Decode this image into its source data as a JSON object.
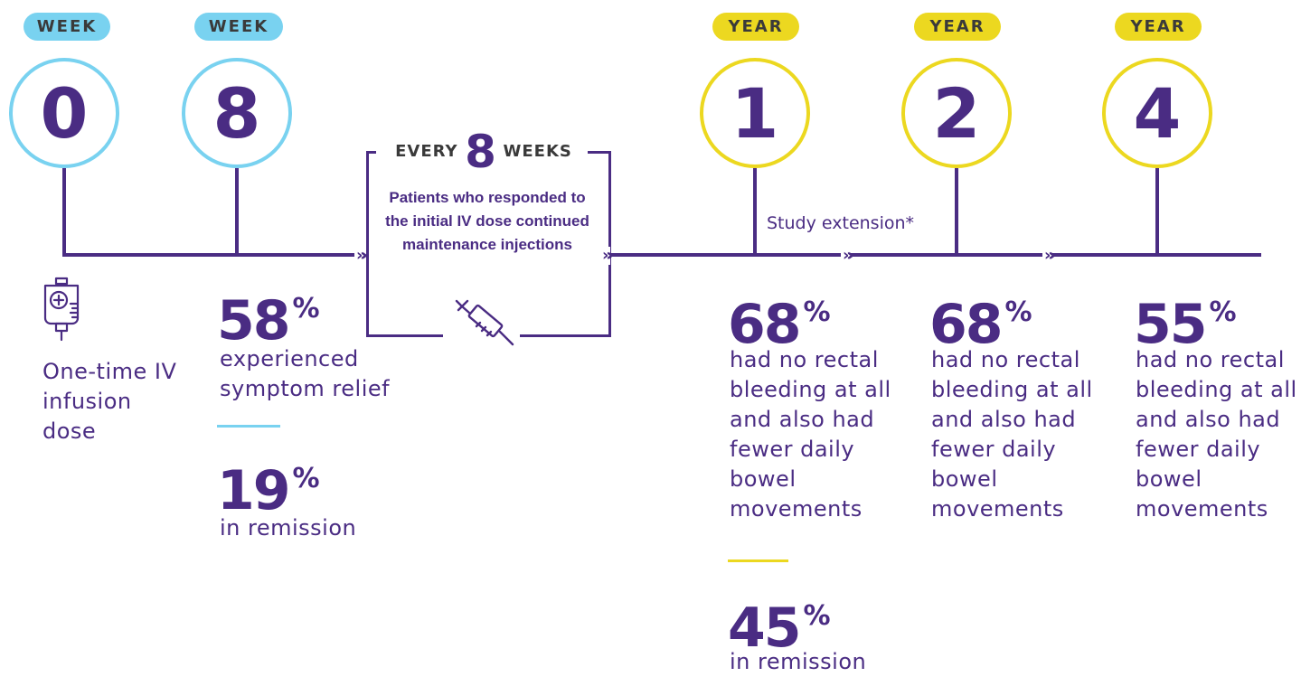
{
  "milestones": [
    {
      "unit": "WEEK",
      "number": "0"
    },
    {
      "unit": "WEEK",
      "number": "8"
    },
    {
      "unit": "YEAR",
      "number": "1"
    },
    {
      "unit": "YEAR",
      "number": "2"
    },
    {
      "unit": "YEAR",
      "number": "4"
    }
  ],
  "maintenance": {
    "every": "EVERY",
    "number": "8",
    "weeks": "WEEKS",
    "text": "Patients who responded to the initial IV dose continued maintenance injections",
    "icon": "syringe-icon"
  },
  "arrow_glyph": "»›",
  "study_extension": "Study extension*",
  "infusion": {
    "icon": "iv-bag-icon",
    "label": "One-time IV infusion dose"
  },
  "week8": {
    "stat1": {
      "value": "58",
      "unit": "%",
      "text": "experienced symptom relief"
    },
    "stat2": {
      "value": "19",
      "unit": "%",
      "text": "in remission"
    }
  },
  "year1": {
    "stat1": {
      "value": "68",
      "unit": "%",
      "text": "had no rectal bleeding at all and also had fewer daily bowel movements"
    },
    "stat2": {
      "value": "45",
      "unit": "%",
      "text": "in remission"
    }
  },
  "year2": {
    "stat1": {
      "value": "68",
      "unit": "%",
      "text": "had no rectal bleeding at all and also had fewer daily bowel movements"
    }
  },
  "year4": {
    "stat1": {
      "value": "55",
      "unit": "%",
      "text": "had no rectal bleeding at all and also had fewer daily bowel movements"
    }
  },
  "colors": {
    "purple": "#4a2c83",
    "blue": "#79d2f0",
    "yellow": "#ecd820"
  }
}
